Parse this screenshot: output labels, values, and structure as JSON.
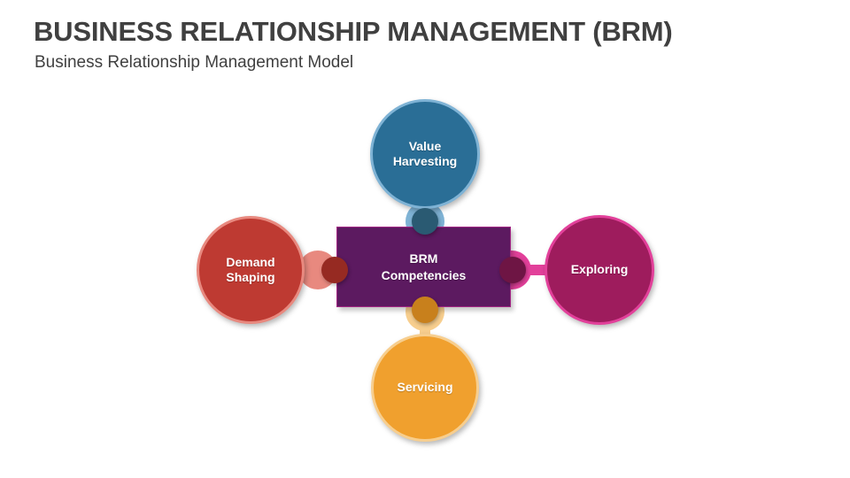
{
  "slide": {
    "title": "BUSINESS RELATIONSHIP MANAGEMENT (BRM)",
    "subtitle": "Business Relationship Management Model",
    "background_color": "#FFFFFF",
    "title_color": "#404040"
  },
  "diagram": {
    "type": "hub-and-spoke",
    "center": {
      "label_line1": "BRM",
      "label_line2": "Competencies",
      "label": "BRM Competencies",
      "fill_color": "#5C1A60",
      "border_color": "#A32785",
      "text_color": "#FFFFFF"
    },
    "nodes": [
      {
        "id": "value-harvesting",
        "label_line1": "Value",
        "label_line2": "Harvesting",
        "label": "Value Harvesting",
        "position": "top",
        "fill_color": "#2A6E96",
        "ring_color": "#7FB3D5",
        "knob_color": "#2A5A72",
        "text_color": "#FFFFFF"
      },
      {
        "id": "demand-shaping",
        "label_line1": "Demand",
        "label_line2": "Shaping",
        "label": "Demand Shaping",
        "position": "left",
        "fill_color": "#BE3A32",
        "ring_color": "#E8897F",
        "knob_color": "#962A22",
        "text_color": "#FFFFFF"
      },
      {
        "id": "exploring",
        "label_line1": "Exploring",
        "label_line2": "",
        "label": "Exploring",
        "position": "right",
        "fill_color": "#9E1C5D",
        "ring_color": "#E2409A",
        "knob_color": "#6E1544",
        "text_color": "#FFFFFF"
      },
      {
        "id": "servicing",
        "label_line1": "Servicing",
        "label_line2": "",
        "label": "Servicing",
        "position": "bottom",
        "fill_color": "#F0A02E",
        "ring_color": "#F7CE8E",
        "knob_color": "#C8801C",
        "text_color": "#FFFFFF"
      }
    ]
  }
}
